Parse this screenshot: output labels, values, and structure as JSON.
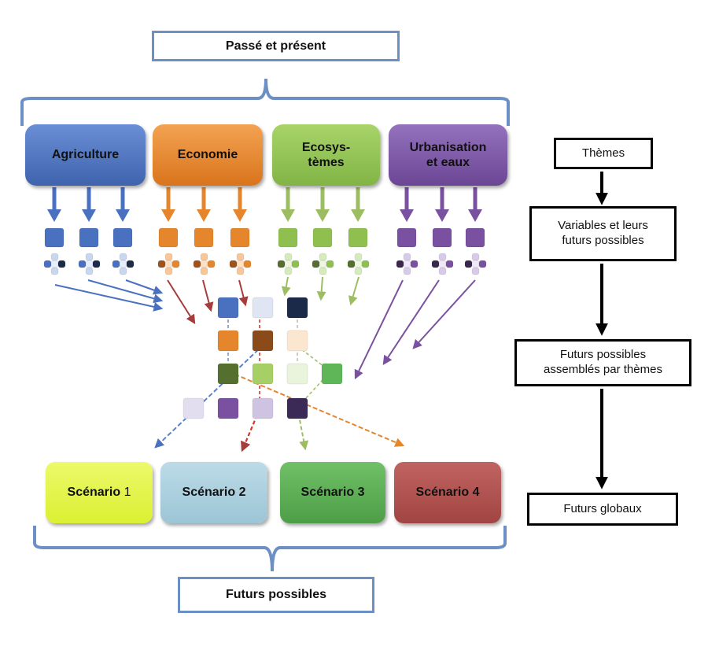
{
  "header": {
    "title": "Passé et présent"
  },
  "footer": {
    "title": "Futurs possibles"
  },
  "themes": [
    {
      "label": "Agriculture",
      "color": "#4a71c0"
    },
    {
      "label": "Economie",
      "color": "#e5852c"
    },
    {
      "label": "Ecosys-\ntèmes",
      "color": "#8fbf4e"
    },
    {
      "label": "Urbanisation\net eaux",
      "color": "#7951a0"
    }
  ],
  "scenarios": [
    {
      "name": "Scénario",
      "num": "1",
      "color": "#e3f542"
    },
    {
      "name": "Scénario",
      "num": "2",
      "color": "#a8cddd"
    },
    {
      "name": "Scénario",
      "num": "3",
      "color": "#59ad52"
    },
    {
      "name": "Scénario",
      "num": "4",
      "color": "#b24f4c"
    }
  ],
  "flow": {
    "steps": [
      "Thèmes",
      "Variables et leurs\nfuturs possibles",
      "Futurs possibles\nassemblés par thèmes",
      "Futurs globaux"
    ]
  },
  "colors": {
    "frame_blue": "#6c8fc4",
    "arrow_blue": "#4a71c0",
    "arrow_orange": "#e5852c",
    "arrow_green": "#9dbd62",
    "arrow_purple": "#7951a0",
    "arrow_red": "#a53d3d"
  }
}
